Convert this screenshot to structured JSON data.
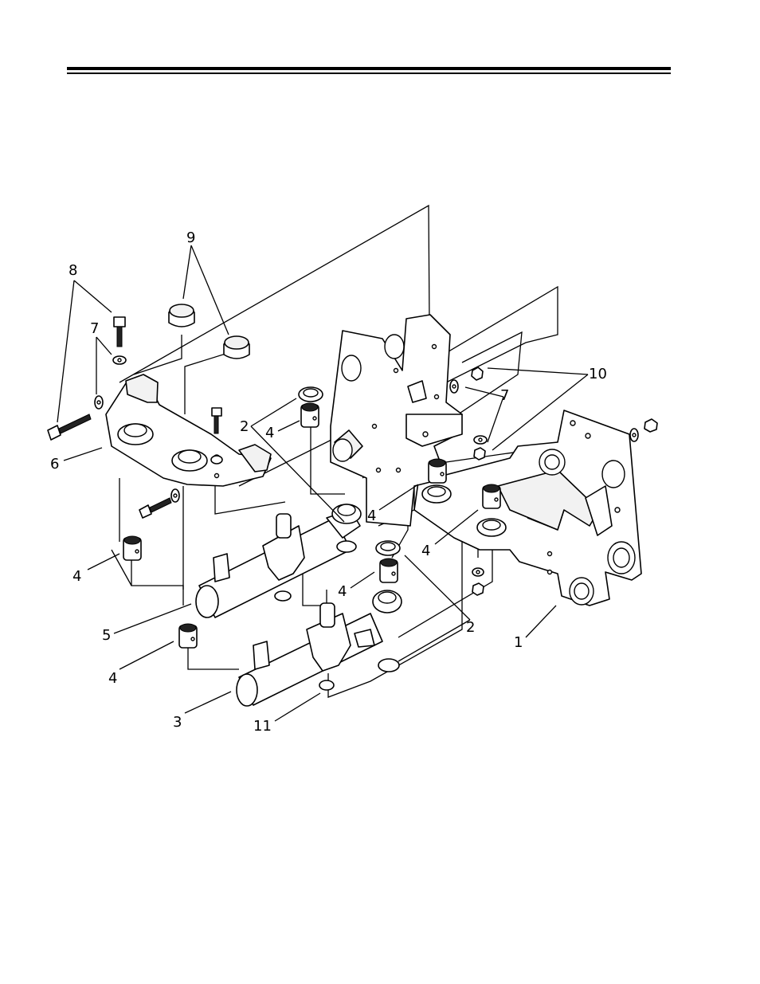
{
  "figure": {
    "callouts": [
      "1",
      "2",
      "2",
      "3",
      "4",
      "4",
      "4",
      "4",
      "4",
      "4",
      "5",
      "6",
      "7",
      "7",
      "8",
      "9",
      "10",
      "11"
    ]
  }
}
